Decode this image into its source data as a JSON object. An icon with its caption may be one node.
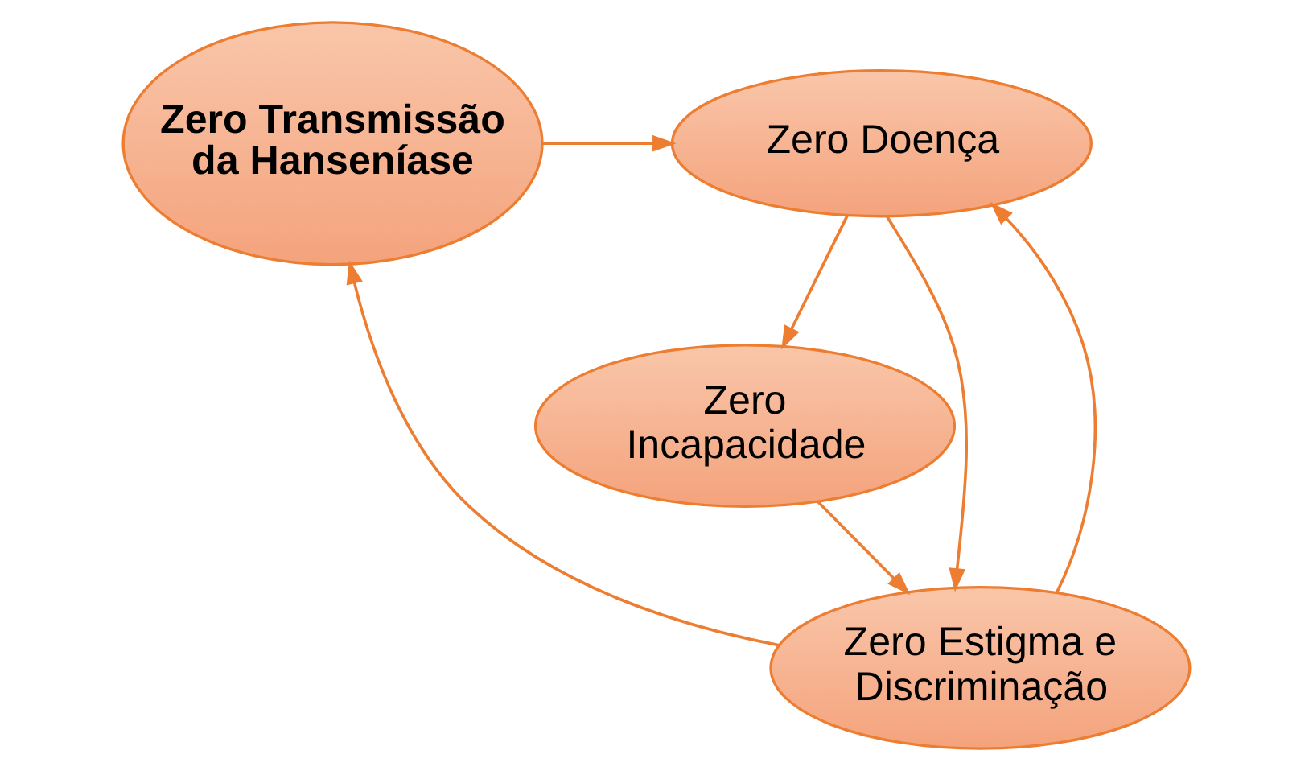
{
  "diagram": {
    "nodes": [
      {
        "text": [
          "Zero Transmissão da Hanseníase"
        ]
      },
      {
        "text": [
          "Zero Doença"
        ]
      },
      {
        "text": [
          "Zero Incapacidade"
        ]
      },
      {
        "text": [
          "Zero Estigma e Discriminação"
        ]
      }
    ],
    "edges": [
      {
        "from": 0,
        "to": 1,
        "arrow": "to"
      },
      {
        "from": 1,
        "to": 2,
        "arrow": "to"
      },
      {
        "from": 2,
        "to": 3,
        "arrow": "to"
      },
      {
        "from": 3,
        "to": 0,
        "arrow": "to"
      },
      {
        "from": 3,
        "to": 1,
        "arrow": "to"
      },
      {
        "from": 1,
        "to": 3,
        "arrow": "to"
      }
    ]
  }
}
